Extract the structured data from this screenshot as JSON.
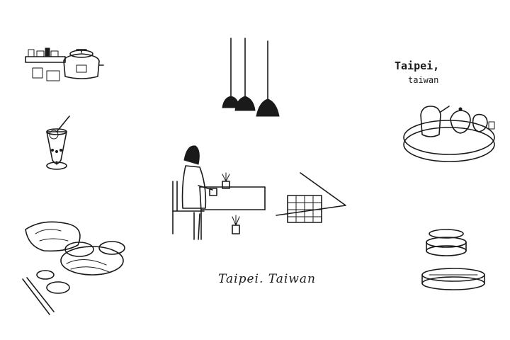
{
  "illustration": {
    "caption_center": "Taipei. Taiwan",
    "caption_top_right_line1": "Taipei,",
    "caption_top_right_line2": "taiwan",
    "ink_color": "#1a1a1a",
    "background_color": "#ffffff"
  },
  "vignettes": [
    "rice-cooker-and-condiments",
    "bubble-tea",
    "pendant-lamps",
    "woman-at-cafe-table",
    "tea-set-on-tray",
    "banquet-dishes-with-chopsticks",
    "stacked-bamboo-baskets"
  ]
}
